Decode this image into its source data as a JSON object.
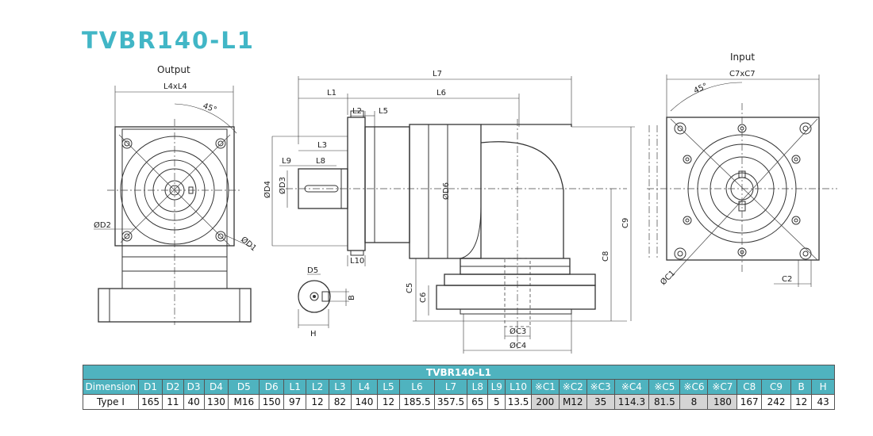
{
  "title": "TVBR140-L1",
  "views": {
    "output_label": "Output",
    "input_label": "Input"
  },
  "dimension_labels": {
    "L4xL4": "L4xL4",
    "angle_out": "45°",
    "D2": "ØD2",
    "D1": "ØD1",
    "L7": "L7",
    "L1": "L1",
    "L6": "L6",
    "L2": "L2",
    "L5": "L5",
    "L3": "L3",
    "L9": "L9",
    "L8": "L8",
    "D4": "ØD4",
    "D3": "ØD3",
    "D6": "ØD6",
    "L10": "L10",
    "C9": "C9",
    "C8": "C8",
    "C5": "C5",
    "C6": "C6",
    "C3": "ØC3",
    "C4": "ØC4",
    "D5": "D5",
    "B": "B",
    "H": "H",
    "C7xC7": "C7xC7",
    "angle_in": "45°",
    "C1": "ØC1",
    "C2": "C2"
  },
  "table": {
    "title": "TVBR140-L1",
    "headers": [
      "Dimension",
      "D1",
      "D2",
      "D3",
      "D4",
      "D5",
      "D6",
      "L1",
      "L2",
      "L3",
      "L4",
      "L5",
      "L6",
      "L7",
      "L8",
      "L9",
      "L10",
      "※C1",
      "※C2",
      "※C3",
      "※C4",
      "※C5",
      "※C6",
      "※C7",
      "C8",
      "C9",
      "B",
      "H"
    ],
    "rows": [
      [
        "Type I",
        "165",
        "11",
        "40",
        "130",
        "M16",
        "150",
        "97",
        "12",
        "82",
        "140",
        "12",
        "185.5",
        "357.5",
        "65",
        "5",
        "13.5",
        "200",
        "M12",
        "35",
        "114.3",
        "81.5",
        "8",
        "180",
        "167",
        "242",
        "12",
        "43"
      ]
    ],
    "shaded_columns": [
      "※C1",
      "※C2",
      "※C3",
      "※C4",
      "※C5",
      "※C6",
      "※C7"
    ]
  },
  "colors": {
    "accent": "#41b6c6",
    "table_header": "#4fb3bf",
    "shade": "#d4d4d4"
  }
}
